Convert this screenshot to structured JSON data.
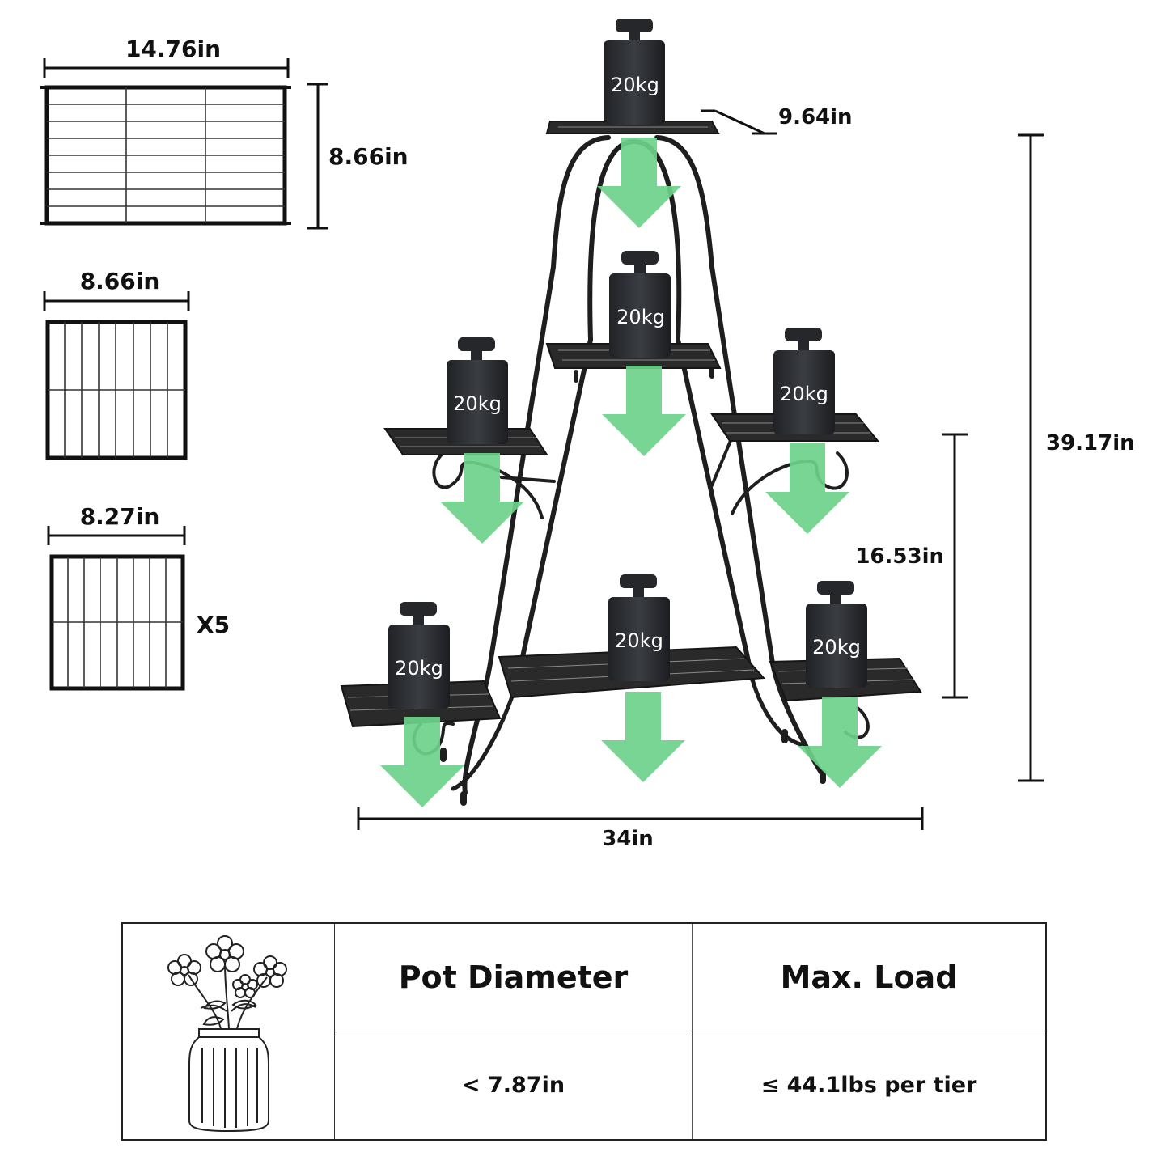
{
  "dimensions": {
    "top_shelf_width": "14.76in",
    "top_shelf_depth": "8.66in",
    "middle_shelf_width": "8.66in",
    "small_shelf_width": "8.27in",
    "small_shelf_count": "X5",
    "top_tier_depth": "9.64in",
    "total_height": "39.17in",
    "lower_height": "16.53in",
    "total_width": "34in"
  },
  "weights": [
    "20kg",
    "20kg",
    "20kg",
    "20kg",
    "20kg",
    "20kg",
    "20kg"
  ],
  "colors": {
    "arrow": "#6ed18a",
    "metal": "#1e1e1e",
    "weight_body": "#2b2d31"
  },
  "spec_table": {
    "icon": "flower-vase-icon",
    "headers": [
      "Pot Diameter",
      "Max. Load"
    ],
    "values": [
      "< 7.87in",
      "≤ 44.1lbs per tier"
    ]
  }
}
